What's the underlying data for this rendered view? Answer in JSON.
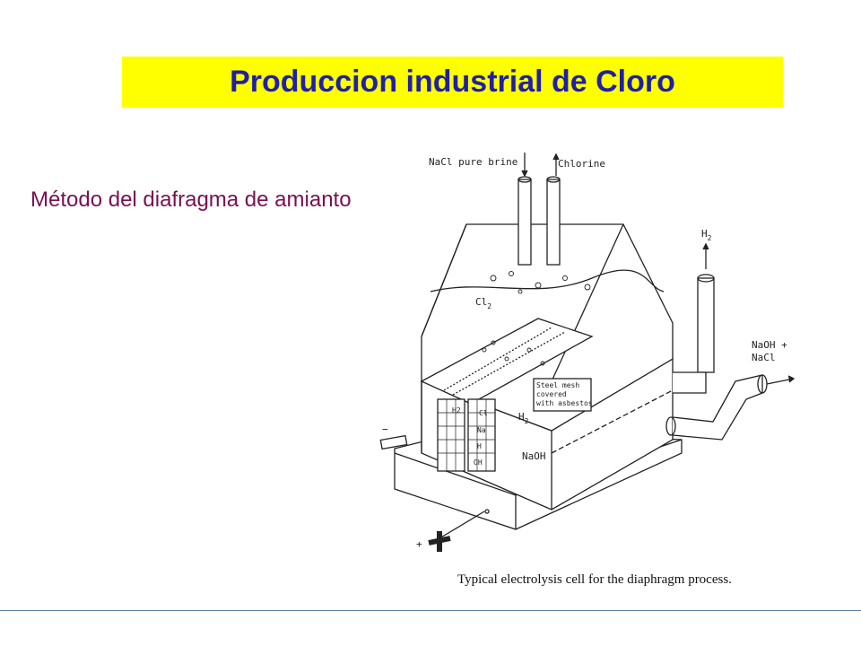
{
  "slide": {
    "title": "Produccion industrial de Cloro",
    "body_text": "Método del diafragma de amianto"
  },
  "diagram": {
    "labels": {
      "brine": "NaCl pure brine",
      "chlorine": "Chlorine",
      "h2_outlet_base": "H",
      "h2_outlet_sub": "2",
      "naoh_nacl_line1": "NaOH +",
      "naoh_nacl_line2": "NaCl",
      "cl2_base": "Cl",
      "cl2_sub": "2",
      "mesh_line1": "Steel mesh",
      "mesh_line2": "covered",
      "mesh_line3": "with asbestos",
      "h2_side_base": "H",
      "h2_side_sub": "2",
      "naoh_inside": "NaOH",
      "h2_inner": "H2",
      "cl_ion": "Cl",
      "na_ion": "Na",
      "h_ion": "H",
      "oh_ion": "OH",
      "minus_sign": "−",
      "plus_sign": "+"
    },
    "caption": "Typical electrolysis cell for the diaphragm process."
  }
}
